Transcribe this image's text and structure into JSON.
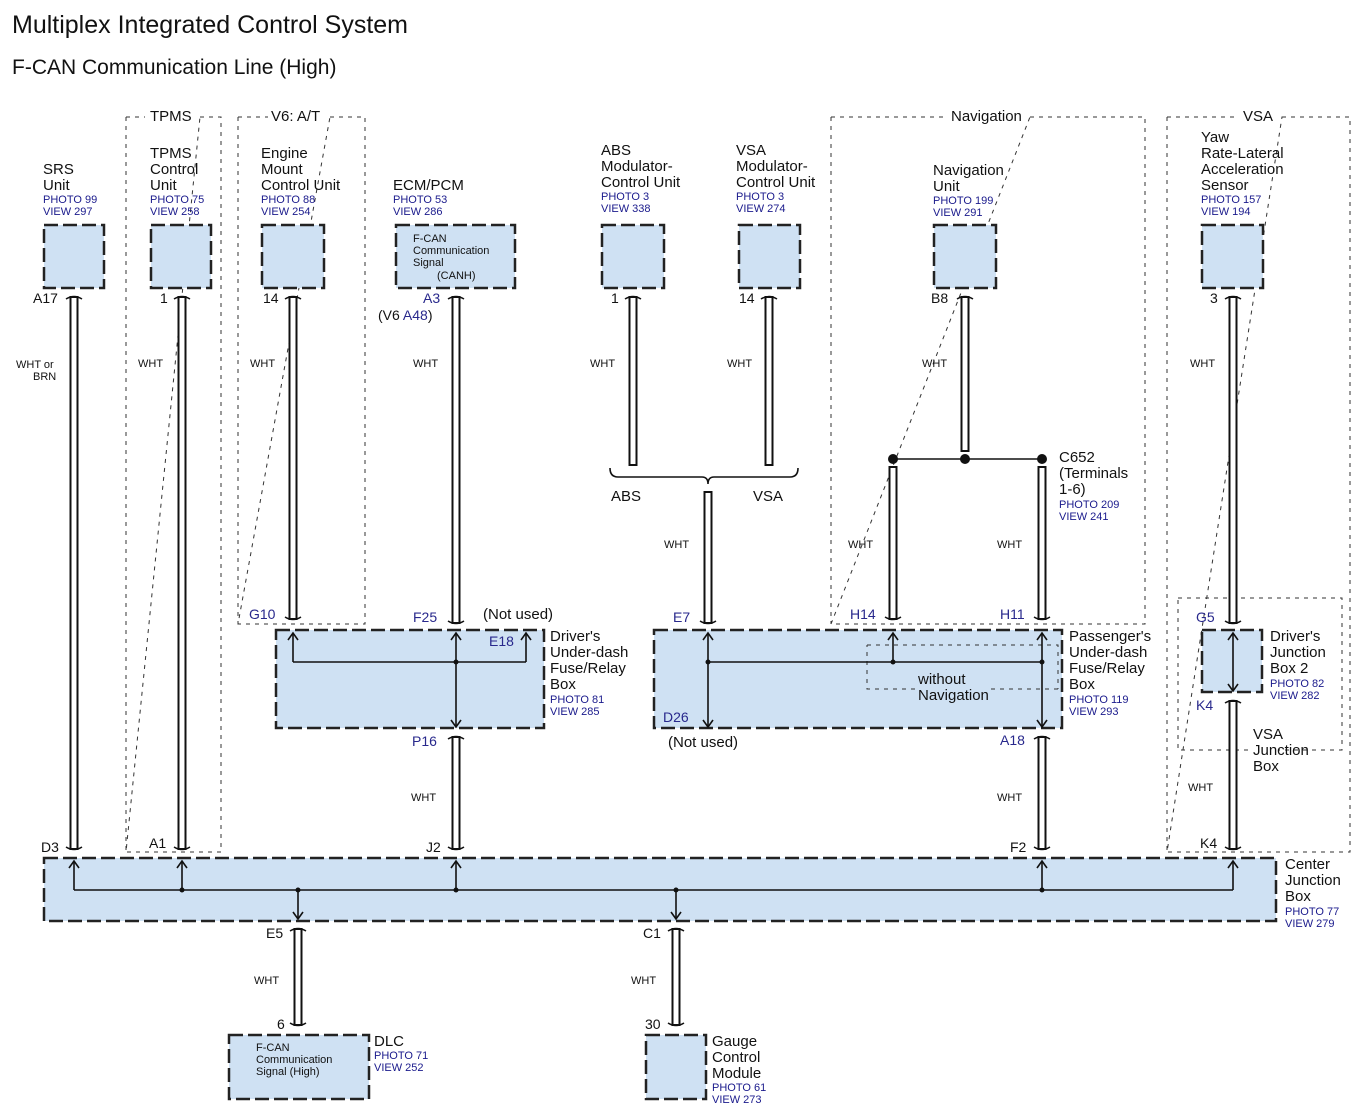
{
  "header": {
    "title": "Multiplex Integrated Control System",
    "subtitle": "F-CAN Communication Line (High)"
  },
  "groups": {
    "tpms": "TPMS",
    "v6at": "V6: A/T",
    "navigation": "Navigation",
    "vsa": "VSA"
  },
  "components": {
    "srs": {
      "name": [
        "SRS",
        "Unit"
      ],
      "photo": "PHOTO 99",
      "view": "VIEW 297",
      "pin": "A17"
    },
    "tpms": {
      "name": [
        "TPMS",
        "Control",
        "Unit"
      ],
      "photo": "PHOTO 75",
      "view": "VIEW 258",
      "pin": "1"
    },
    "emcu": {
      "name": [
        "Engine",
        "Mount",
        "Control Unit"
      ],
      "photo": "PHOTO 88",
      "view": "VIEW 254",
      "pin": "14"
    },
    "ecm": {
      "name": [
        "ECM/PCM"
      ],
      "photo": "PHOTO 53",
      "view": "VIEW 286",
      "pin": "A3",
      "pin_alt_prefix": "(V6 ",
      "pin_alt": "A48",
      "pin_alt_suffix": ")",
      "inner": [
        "F-CAN",
        "Communication",
        "Signal"
      ],
      "inner_sub": "(CANH)"
    },
    "abs": {
      "name": [
        "ABS",
        "Modulator-",
        "Control Unit"
      ],
      "photo": "PHOTO 3",
      "view": "VIEW 338",
      "pin": "1"
    },
    "vsa_mod": {
      "name": [
        "VSA",
        "Modulator-",
        "Control Unit"
      ],
      "photo": "PHOTO 3",
      "view": "VIEW 274",
      "pin": "14"
    },
    "nav": {
      "name": [
        "Navigation",
        "Unit"
      ],
      "photo": "PHOTO 199",
      "view": "VIEW 291",
      "pin": "B8"
    },
    "yaw": {
      "name": [
        "Yaw",
        "Rate-Lateral",
        "Acceleration",
        "Sensor"
      ],
      "photo": "PHOTO 157",
      "view": "VIEW 194",
      "pin": "3"
    },
    "c652": {
      "name": [
        "C652",
        "(Terminals",
        "1-6)"
      ],
      "photo": "PHOTO 209",
      "view": "VIEW 241"
    },
    "driver_fuse": {
      "name": [
        "Driver's",
        "Under-dash",
        "Fuse/Relay",
        "Box"
      ],
      "photo": "PHOTO 81",
      "view": "VIEW 285",
      "pins": {
        "g10": "G10",
        "f25": "F25",
        "e18": "E18",
        "p16": "P16"
      },
      "not_used": "(Not used)"
    },
    "pass_fuse": {
      "name": [
        "Passenger's",
        "Under-dash",
        "Fuse/Relay",
        "Box"
      ],
      "photo": "PHOTO 119",
      "view": "VIEW 293",
      "pins": {
        "e7": "E7",
        "h14": "H14",
        "h11": "H11",
        "d26": "D26",
        "a18": "A18"
      },
      "not_used": "(Not used)",
      "without_nav": [
        "without",
        "Navigation"
      ]
    },
    "djb2": {
      "name": [
        "Driver's",
        "Junction",
        "Box 2"
      ],
      "photo": "PHOTO 82",
      "view": "VIEW 282",
      "pins": {
        "g5": "G5",
        "k4": "K4"
      }
    },
    "vsa_jb": {
      "name": [
        "VSA",
        "Junction",
        "Box"
      ]
    },
    "cjb": {
      "name": [
        "Center",
        "Junction",
        "Box"
      ],
      "photo": "PHOTO 77",
      "view": "VIEW 279",
      "pins": {
        "d3": "D3",
        "a1": "A1",
        "j2": "J2",
        "f2": "F2",
        "k4": "K4",
        "e5": "E5",
        "c1": "C1"
      }
    },
    "dlc": {
      "name": [
        "DLC"
      ],
      "photo": "PHOTO 71",
      "view": "VIEW 252",
      "pin": "6",
      "inner": [
        "F-CAN",
        "Communication",
        "Signal (High)"
      ]
    },
    "gauge": {
      "name": [
        "Gauge",
        "Control",
        "Module"
      ],
      "photo": "PHOTO 61",
      "view": "VIEW 273",
      "pin": "30"
    }
  },
  "wires": {
    "srs": [
      "WHT or",
      "BRN"
    ],
    "default": "WHT"
  },
  "splits": {
    "abs": "ABS",
    "vsa": "VSA"
  },
  "colors": {
    "component_fill": "#cfe1f3",
    "pin_blue": "#28288c",
    "ref_blue": "#1a1a8c"
  }
}
